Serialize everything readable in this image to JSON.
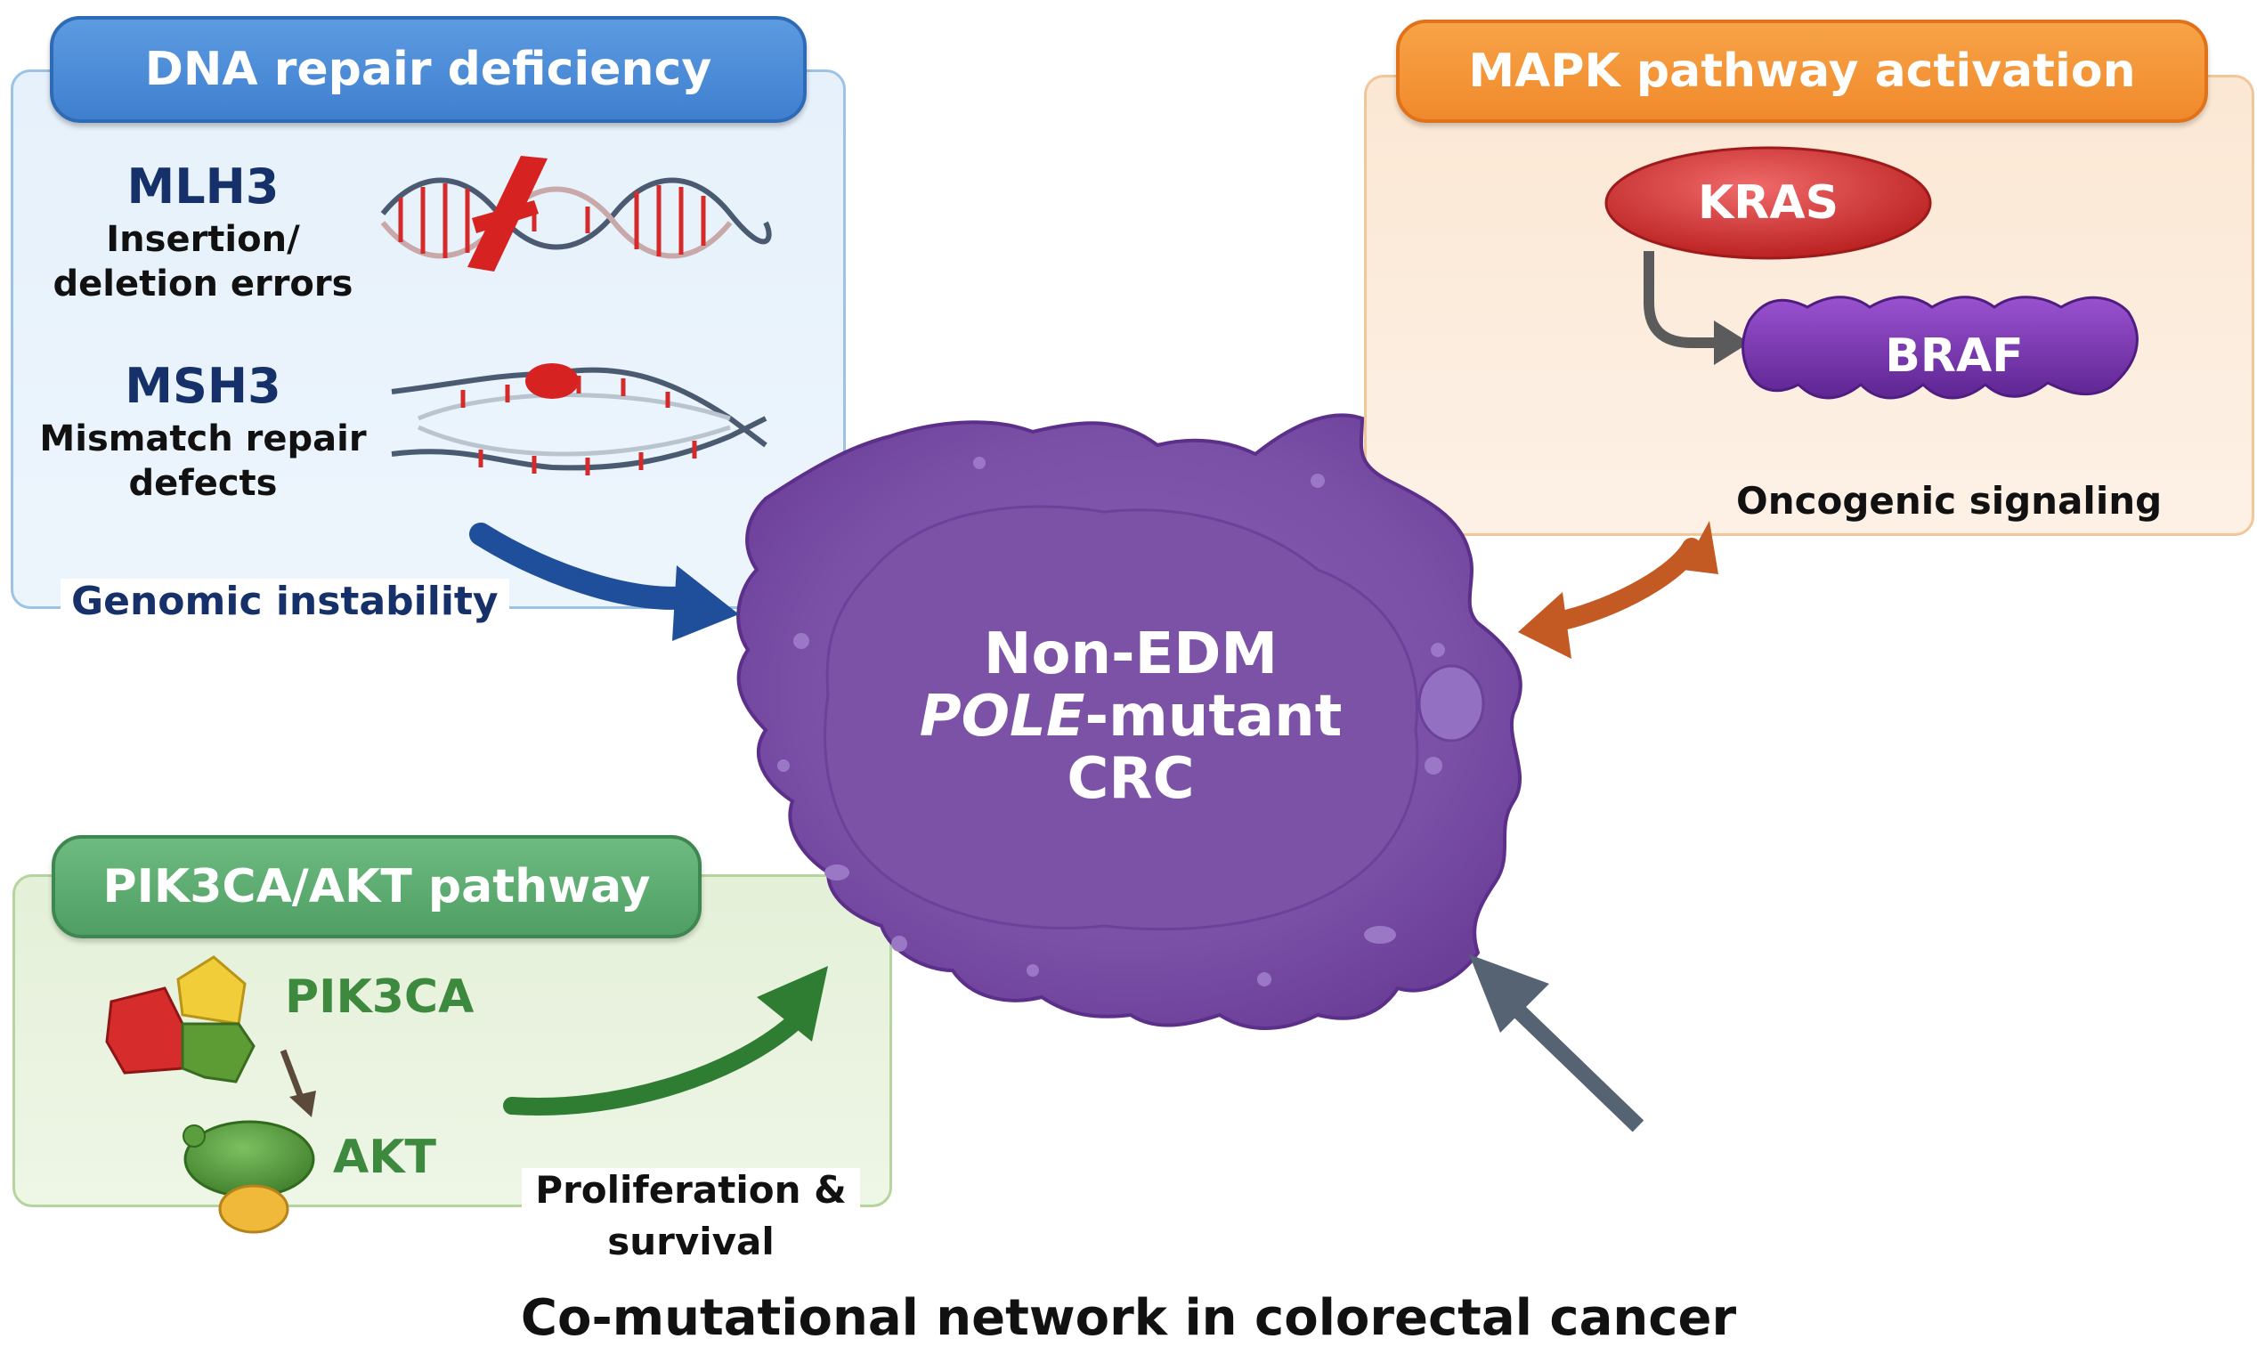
{
  "dna_panel": {
    "title": "DNA repair deficiency",
    "gene1": "MLH3",
    "gene1_desc_1": "Insertion/",
    "gene1_desc_2": "deletion errors",
    "gene2": "MSH3",
    "gene2_desc_1": "Mismatch repair",
    "gene2_desc_2": "defects",
    "outcome": "Genomic instability"
  },
  "mapk_panel": {
    "title": "MAPK pathway activation",
    "gene1": "KRAS",
    "gene2": "BRAF",
    "outcome": "Oncogenic signaling"
  },
  "pik_panel": {
    "title": "PIK3CA/AKT pathway",
    "gene1": "PIK3CA",
    "gene2": "AKT",
    "outcome_1": "Proliferation &",
    "outcome_2": "survival"
  },
  "center": {
    "line1": "Non-EDM",
    "line2_italic": "POLE",
    "line2_rest": "-mutant",
    "line3": "CRC"
  },
  "caption": "Co-mutational network in colorectal cancer",
  "colors": {
    "dna_accent": "#3f7fcf",
    "mapk_accent": "#f08a2c",
    "pik_accent": "#4f9e63",
    "cell": "#7b52a8",
    "dark_navy": "#16306a"
  }
}
